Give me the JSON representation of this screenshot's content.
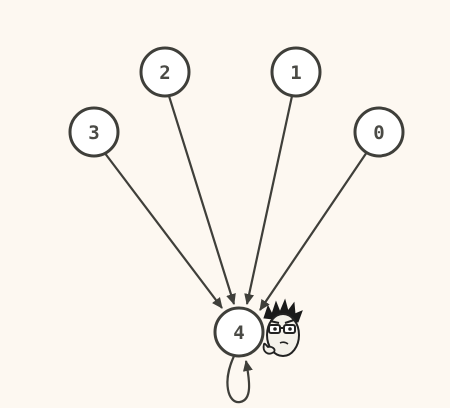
{
  "graph": {
    "nodes": [
      {
        "id": "0",
        "label": "0"
      },
      {
        "id": "1",
        "label": "1"
      },
      {
        "id": "2",
        "label": "2"
      },
      {
        "id": "3",
        "label": "3"
      },
      {
        "id": "4",
        "label": "4"
      }
    ],
    "edges": [
      {
        "from": "3",
        "to": "4"
      },
      {
        "from": "2",
        "to": "4"
      },
      {
        "from": "1",
        "to": "4"
      },
      {
        "from": "0",
        "to": "4"
      },
      {
        "from": "4",
        "to": "4"
      }
    ]
  },
  "mascot": {
    "icon": "thinking-face-icon"
  },
  "colors": {
    "background": "#fdf8f1",
    "node_fill": "#ffffff",
    "stroke": "#3f3f3a",
    "label": "#4a4a45"
  }
}
